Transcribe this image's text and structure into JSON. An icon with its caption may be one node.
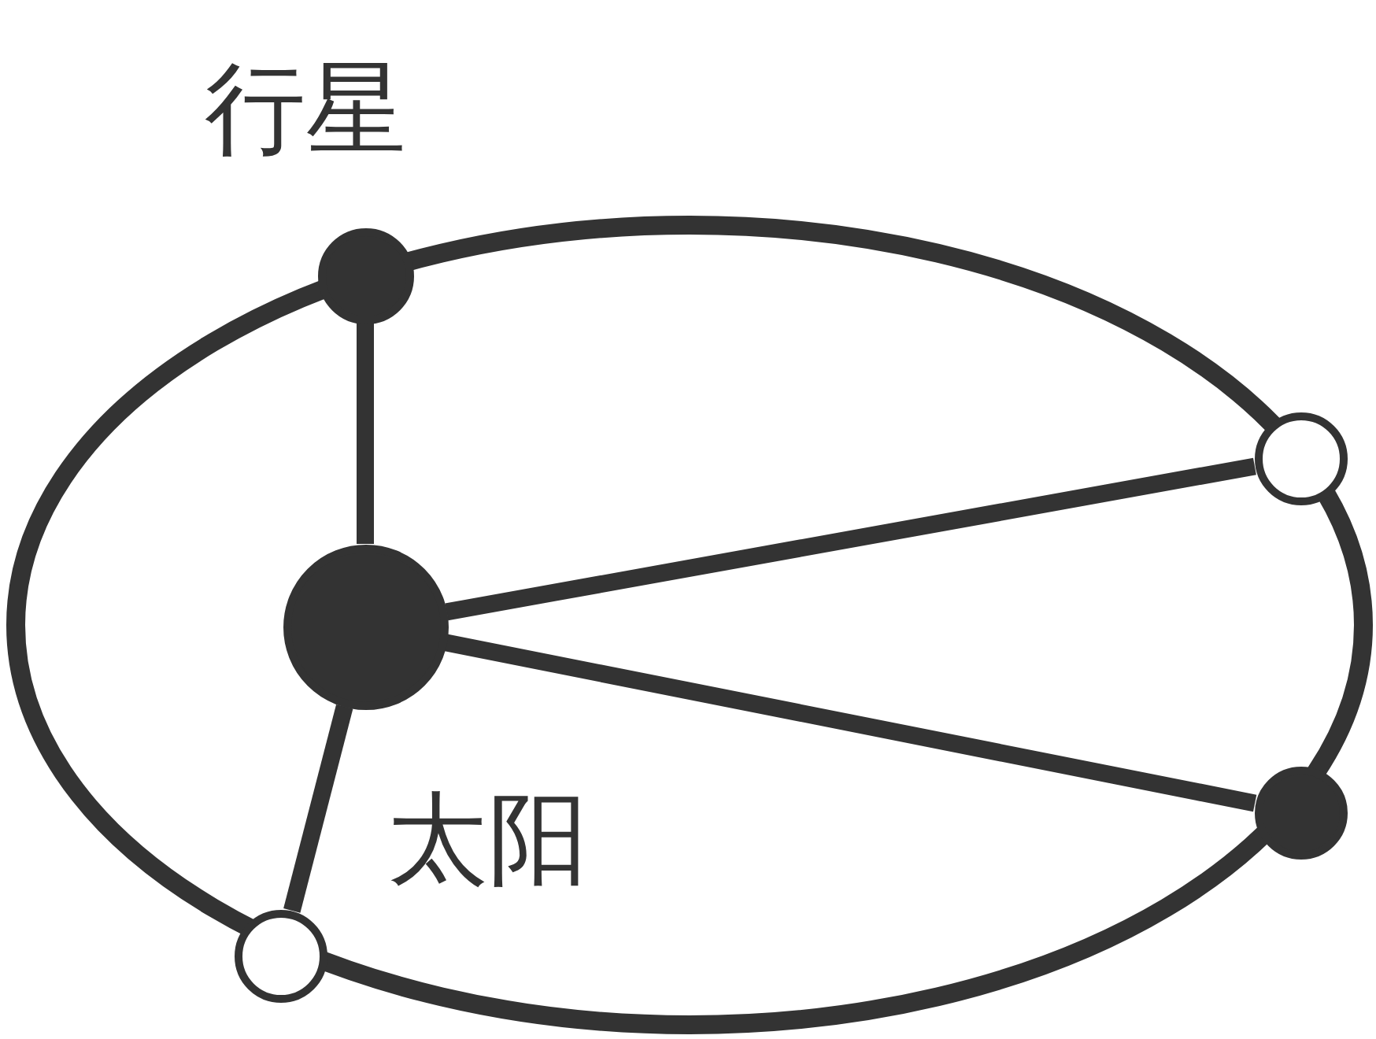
{
  "diagram": {
    "nodes": [
      {
        "text": [],
        "shape": "circle",
        "beside": [
          "行星"
        ]
      },
      {
        "text": [],
        "shape": "circle",
        "beside": [
          "太阳"
        ]
      },
      {
        "text": [],
        "shape": "circle"
      },
      {
        "text": [],
        "shape": "circle"
      },
      {
        "text": [],
        "shape": "circle"
      }
    ],
    "edges": [
      {
        "from": 1,
        "to": 0,
        "arrow": "none"
      },
      {
        "from": 1,
        "to": 2,
        "arrow": "none"
      },
      {
        "from": 1,
        "to": 3,
        "arrow": "none"
      },
      {
        "from": 1,
        "to": 4,
        "arrow": "none"
      }
    ]
  }
}
